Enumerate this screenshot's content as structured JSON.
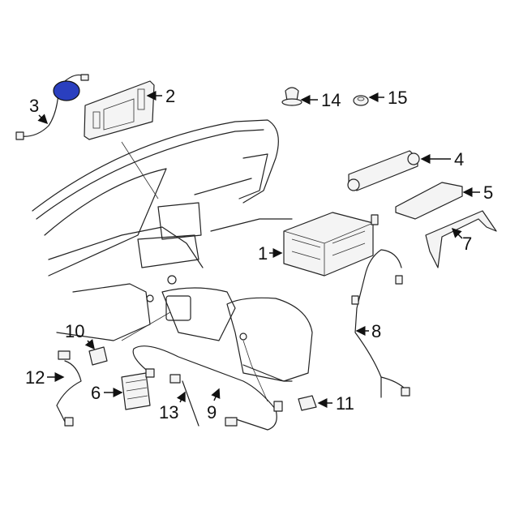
{
  "diagram": {
    "type": "parts-exploded-view",
    "highlight_color": "#2a3fbf",
    "callouts": {
      "n1": "1",
      "n2": "2",
      "n3": "3",
      "n4": "4",
      "n5": "5",
      "n6": "6",
      "n7": "7",
      "n8": "8",
      "n9": "9",
      "n10": "10",
      "n11": "11",
      "n12": "12",
      "n13": "13",
      "n14": "14",
      "n15": "15"
    }
  }
}
